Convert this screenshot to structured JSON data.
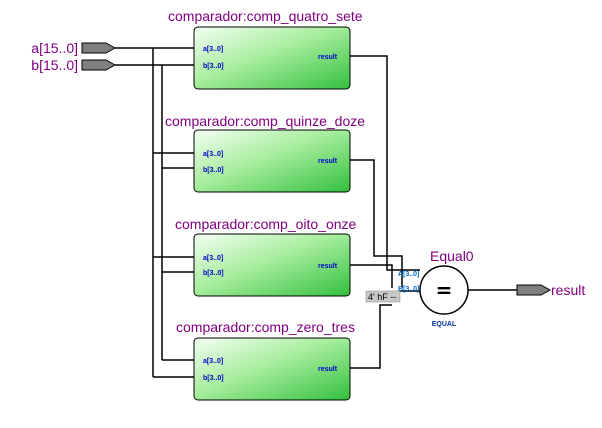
{
  "inputs": {
    "a": "a[15..0]",
    "b": "b[15..0]"
  },
  "blocks": [
    {
      "title": "comparador:comp_quatro_sete",
      "port_a": "a[3..0]",
      "port_b": "b[3..0]",
      "port_out": "result"
    },
    {
      "title": "comparador:comp_quinze_doze",
      "port_a": "a[3..0]",
      "port_b": "b[3..0]",
      "port_out": "result"
    },
    {
      "title": "comparador:comp_oito_onze",
      "port_a": "a[3..0]",
      "port_b": "b[3..0]",
      "port_out": "result"
    },
    {
      "title": "comparador:comp_zero_tres",
      "port_a": "a[3..0]",
      "port_b": "b[3..0]",
      "port_out": "result"
    }
  ],
  "equal": {
    "instance": "Equal0",
    "symbol": "=",
    "type": "EQUAL",
    "port_a": "A[3..0]",
    "port_b": "B[3..0]",
    "constant": "4' hF --"
  },
  "output": {
    "label": "result"
  },
  "colors": {
    "block_fill_top": "#ffffff",
    "block_fill_bottom": "#33cc44",
    "label": "#800080",
    "pin": "#808080"
  }
}
